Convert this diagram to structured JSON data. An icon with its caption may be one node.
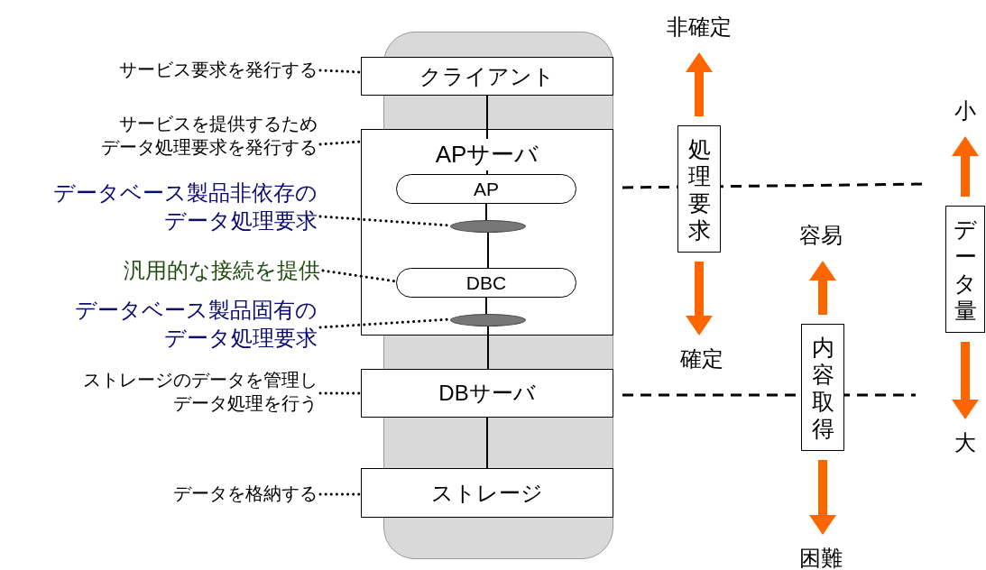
{
  "diagram": {
    "nodes": [
      {
        "text": [
          "サービス要求を発行する"
        ]
      },
      {
        "text": [
          "クライアント"
        ]
      },
      {
        "text": [
          "サービスを提供するためデータ処理要求を発行する"
        ]
      },
      {
        "text": [
          "APサーバ"
        ]
      },
      {
        "text": [
          "AP"
        ],
        "in": 3
      },
      {
        "text": [
          "データベース製品非依存のデータ処理要求"
        ]
      },
      {
        "text": [],
        "shape": "ellipse",
        "in": 3
      },
      {
        "text": [
          "汎用的な接続を提供"
        ]
      },
      {
        "text": [
          "DBC"
        ],
        "in": 3
      },
      {
        "text": [
          "データベース製品固有のデータ処理要求"
        ]
      },
      {
        "text": [],
        "shape": "ellipse",
        "in": 3
      },
      {
        "text": [
          "ストレージのデータを管理しデータ処理を行う"
        ]
      },
      {
        "text": [
          "DBサーバ"
        ]
      },
      {
        "text": [
          "データを格納する"
        ]
      },
      {
        "text": [
          "ストレージ"
        ]
      },
      {
        "text": [
          "非確定"
        ]
      },
      {
        "text": [
          "処理要求"
        ]
      },
      {
        "text": [
          "確定"
        ]
      },
      {
        "text": [
          "小"
        ]
      },
      {
        "text": [
          "容易"
        ]
      },
      {
        "text": [
          "データ量"
        ]
      },
      {
        "text": [
          "内容取得"
        ]
      },
      {
        "text": [
          "大"
        ]
      },
      {
        "text": [
          "困難"
        ]
      }
    ],
    "edges": [
      {
        "from": 0,
        "to": 1,
        "arrow": "none",
        "style": "dashed"
      },
      {
        "from": 2,
        "to": 3,
        "arrow": "none",
        "style": "dashed"
      },
      {
        "from": 5,
        "to": 6,
        "arrow": "none",
        "style": "dashed"
      },
      {
        "from": 7,
        "to": 8,
        "arrow": "none",
        "style": "dashed"
      },
      {
        "from": 9,
        "to": 10,
        "arrow": "none",
        "style": "dashed"
      },
      {
        "from": 11,
        "to": 12,
        "arrow": "none",
        "style": "dashed"
      },
      {
        "from": 13,
        "to": 14,
        "arrow": "none",
        "style": "dashed"
      },
      {
        "from": 1,
        "to": 4,
        "arrow": "none"
      },
      {
        "from": 4,
        "to": 6,
        "arrow": "none"
      },
      {
        "from": 6,
        "to": 8,
        "arrow": "none"
      },
      {
        "from": 8,
        "to": 10,
        "arrow": "none"
      },
      {
        "from": 10,
        "to": 12,
        "arrow": "none"
      },
      {
        "from": 12,
        "to": 14,
        "arrow": "none"
      },
      {
        "from": 16,
        "to": 15,
        "arrow": "to",
        "style": "thick",
        "color": "#ff6600"
      },
      {
        "from": 16,
        "to": 17,
        "arrow": "to",
        "style": "thick",
        "color": "#ff6600"
      },
      {
        "from": 21,
        "to": 19,
        "arrow": "to",
        "style": "thick",
        "color": "#ff6600"
      },
      {
        "from": 21,
        "to": 23,
        "arrow": "to",
        "style": "thick",
        "color": "#ff6600"
      },
      {
        "from": 20,
        "to": 18,
        "arrow": "to",
        "style": "thick",
        "color": "#ff6600"
      },
      {
        "from": 20,
        "to": 22,
        "arrow": "to",
        "style": "thick",
        "color": "#ff6600"
      }
    ]
  }
}
